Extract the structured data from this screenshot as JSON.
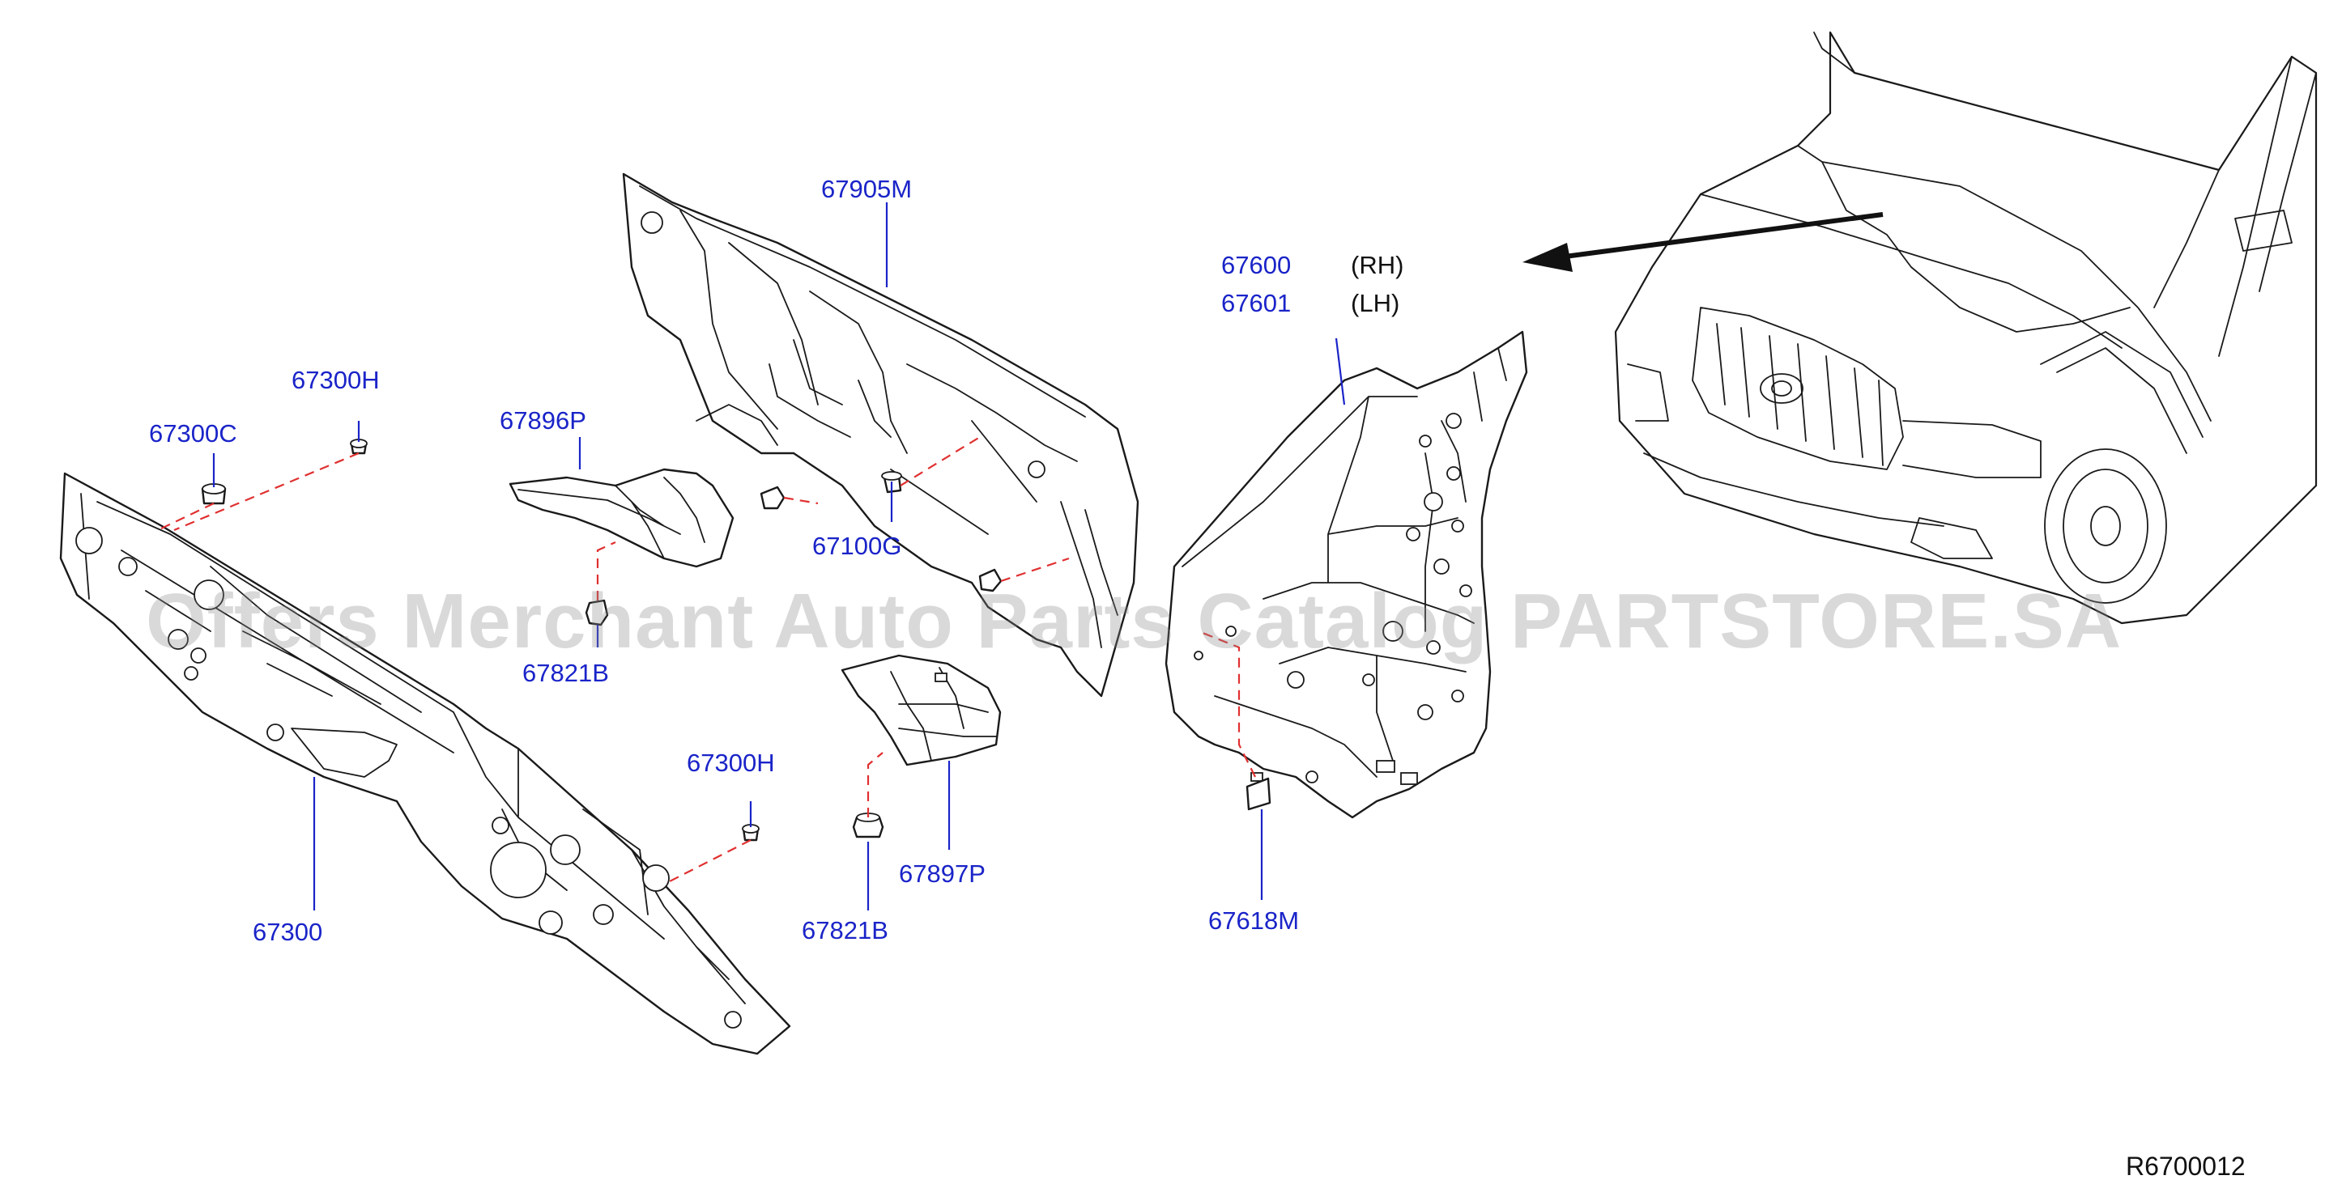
{
  "diagram": {
    "code": "R6700012",
    "watermark": "Offers Merchant Auto Parts Catalog PARTSTORE.SA",
    "colors": {
      "label": "#1a24c8",
      "leader": "#1a24c8",
      "dashed_guide": "#e03030",
      "linework": "#1a1a1a",
      "side_text": "#111111"
    },
    "parts": {
      "dash_panel": "67300",
      "plug_upper": "67300H",
      "plug_cap": "67300C",
      "plug_lower": "67300H",
      "insulator": "67905M",
      "clip": "67100G",
      "bracket_upper": "67896P",
      "nut_upper": "67821B",
      "bracket_lower": "67897P",
      "nut_lower": "67821B",
      "side_panel_rh": "67600",
      "side_panel_lh": "67601",
      "patch": "67618M"
    },
    "sides": {
      "rh": "(RH)",
      "lh": "(LH)"
    }
  }
}
